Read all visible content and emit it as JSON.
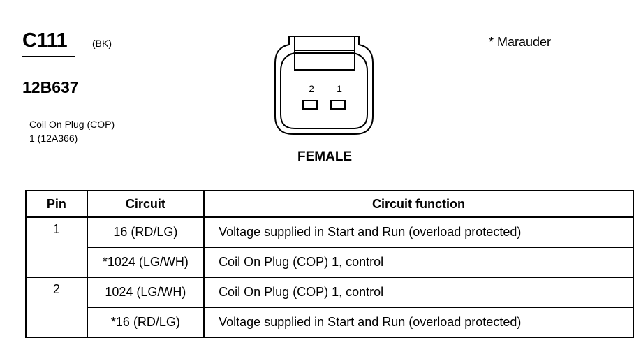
{
  "header": {
    "connector_id": "C111",
    "color_code": "(BK)",
    "part_number": "12B637",
    "description_line1": "Coil On Plug (COP)",
    "description_line2": "1 (12A366)",
    "note": "* Marauder"
  },
  "connector": {
    "pin_labels": [
      "2",
      "1"
    ],
    "gender": "FEMALE"
  },
  "table": {
    "headers": {
      "pin": "Pin",
      "circuit": "Circuit",
      "function": "Circuit function"
    },
    "rows": [
      {
        "pin": "1",
        "circuit": "16 (RD/LG)",
        "function": "Voltage supplied in Start and Run (overload protected)"
      },
      {
        "pin": "",
        "circuit": "*1024 (LG/WH)",
        "function": "Coil On Plug (COP) 1, control"
      },
      {
        "pin": "2",
        "circuit": "1024 (LG/WH)",
        "function": "Coil On Plug (COP) 1, control"
      },
      {
        "pin": "",
        "circuit": "*16 (RD/LG)",
        "function": "Voltage supplied in Start and Run (overload protected)"
      }
    ]
  }
}
